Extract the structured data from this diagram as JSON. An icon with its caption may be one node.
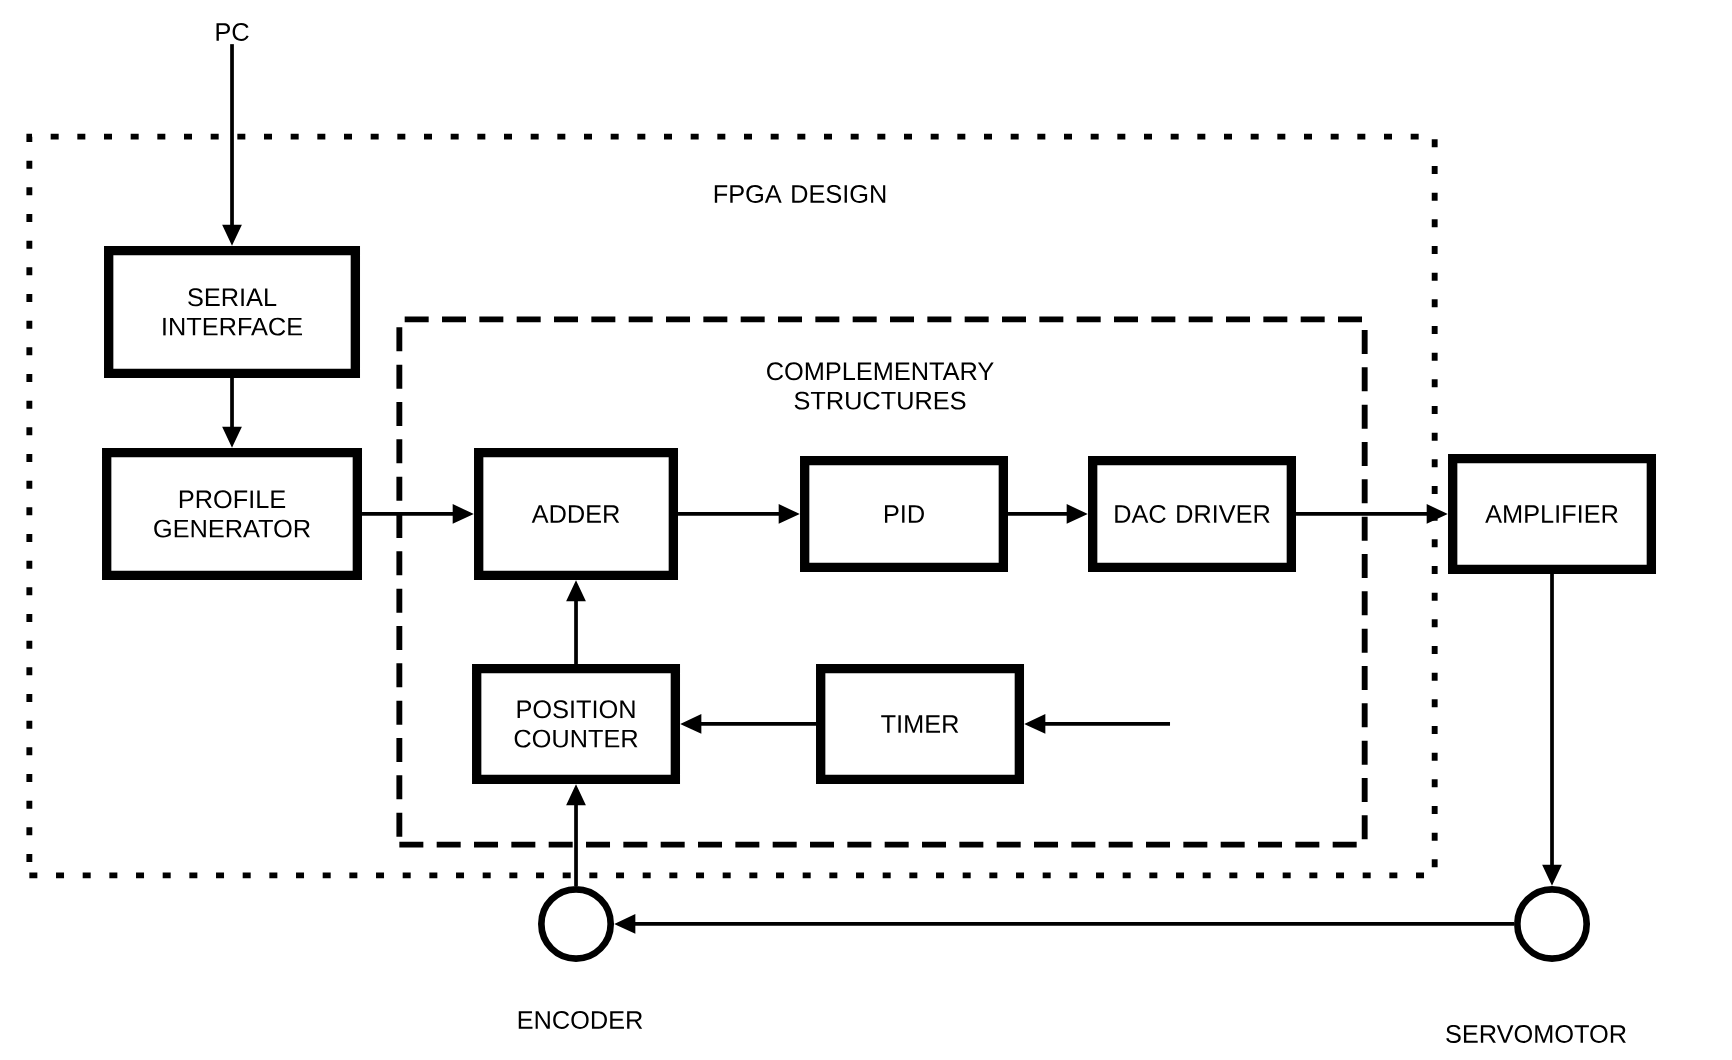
{
  "diagram": {
    "nodes": [
      {
        "text": [
          "FPGA DESIGN"
        ]
      },
      {
        "text": [
          "COMPLEMENTARY STRUCTURES"
        ],
        "in": 0
      },
      {
        "text": [
          "PC"
        ]
      },
      {
        "text": [
          "SERIAL INTERFACE"
        ],
        "in": 0
      },
      {
        "text": [
          "PROFILE GENERATOR"
        ],
        "in": 0
      },
      {
        "text": [
          "ADDER"
        ],
        "in": 1
      },
      {
        "text": [
          "PID"
        ],
        "in": 1
      },
      {
        "text": [
          "DAC DRIVER"
        ],
        "in": 1
      },
      {
        "text": [
          "TIMER"
        ],
        "in": 1
      },
      {
        "text": [
          "POSITION COUNTER"
        ],
        "in": 1
      },
      {
        "text": [
          "AMPLIFIER"
        ]
      },
      {
        "text": [],
        "shape": "circle",
        "beside": [
          "SERVOMOTOR"
        ]
      },
      {
        "text": [],
        "shape": "circle",
        "beside": [
          "ENCODER"
        ]
      }
    ],
    "edges": [
      {
        "from": 2,
        "to": 3,
        "arrow": "to"
      },
      {
        "from": 3,
        "to": 4,
        "arrow": "to"
      },
      {
        "from": 4,
        "to": 5,
        "arrow": "to"
      },
      {
        "from": 5,
        "to": 6,
        "arrow": "to"
      },
      {
        "from": 6,
        "to": 7,
        "arrow": "to"
      },
      {
        "from": 7,
        "to": 10,
        "arrow": "to"
      },
      {
        "from": 10,
        "to": 11,
        "arrow": "to"
      },
      {
        "from": null,
        "to": 8,
        "arrow": "to"
      },
      {
        "from": 8,
        "to": 9,
        "arrow": "to"
      },
      {
        "from": 9,
        "to": 5,
        "arrow": "to"
      },
      {
        "from": 12,
        "to": 9,
        "arrow": "to"
      },
      {
        "from": 11,
        "to": 12,
        "arrow": "to"
      }
    ]
  }
}
